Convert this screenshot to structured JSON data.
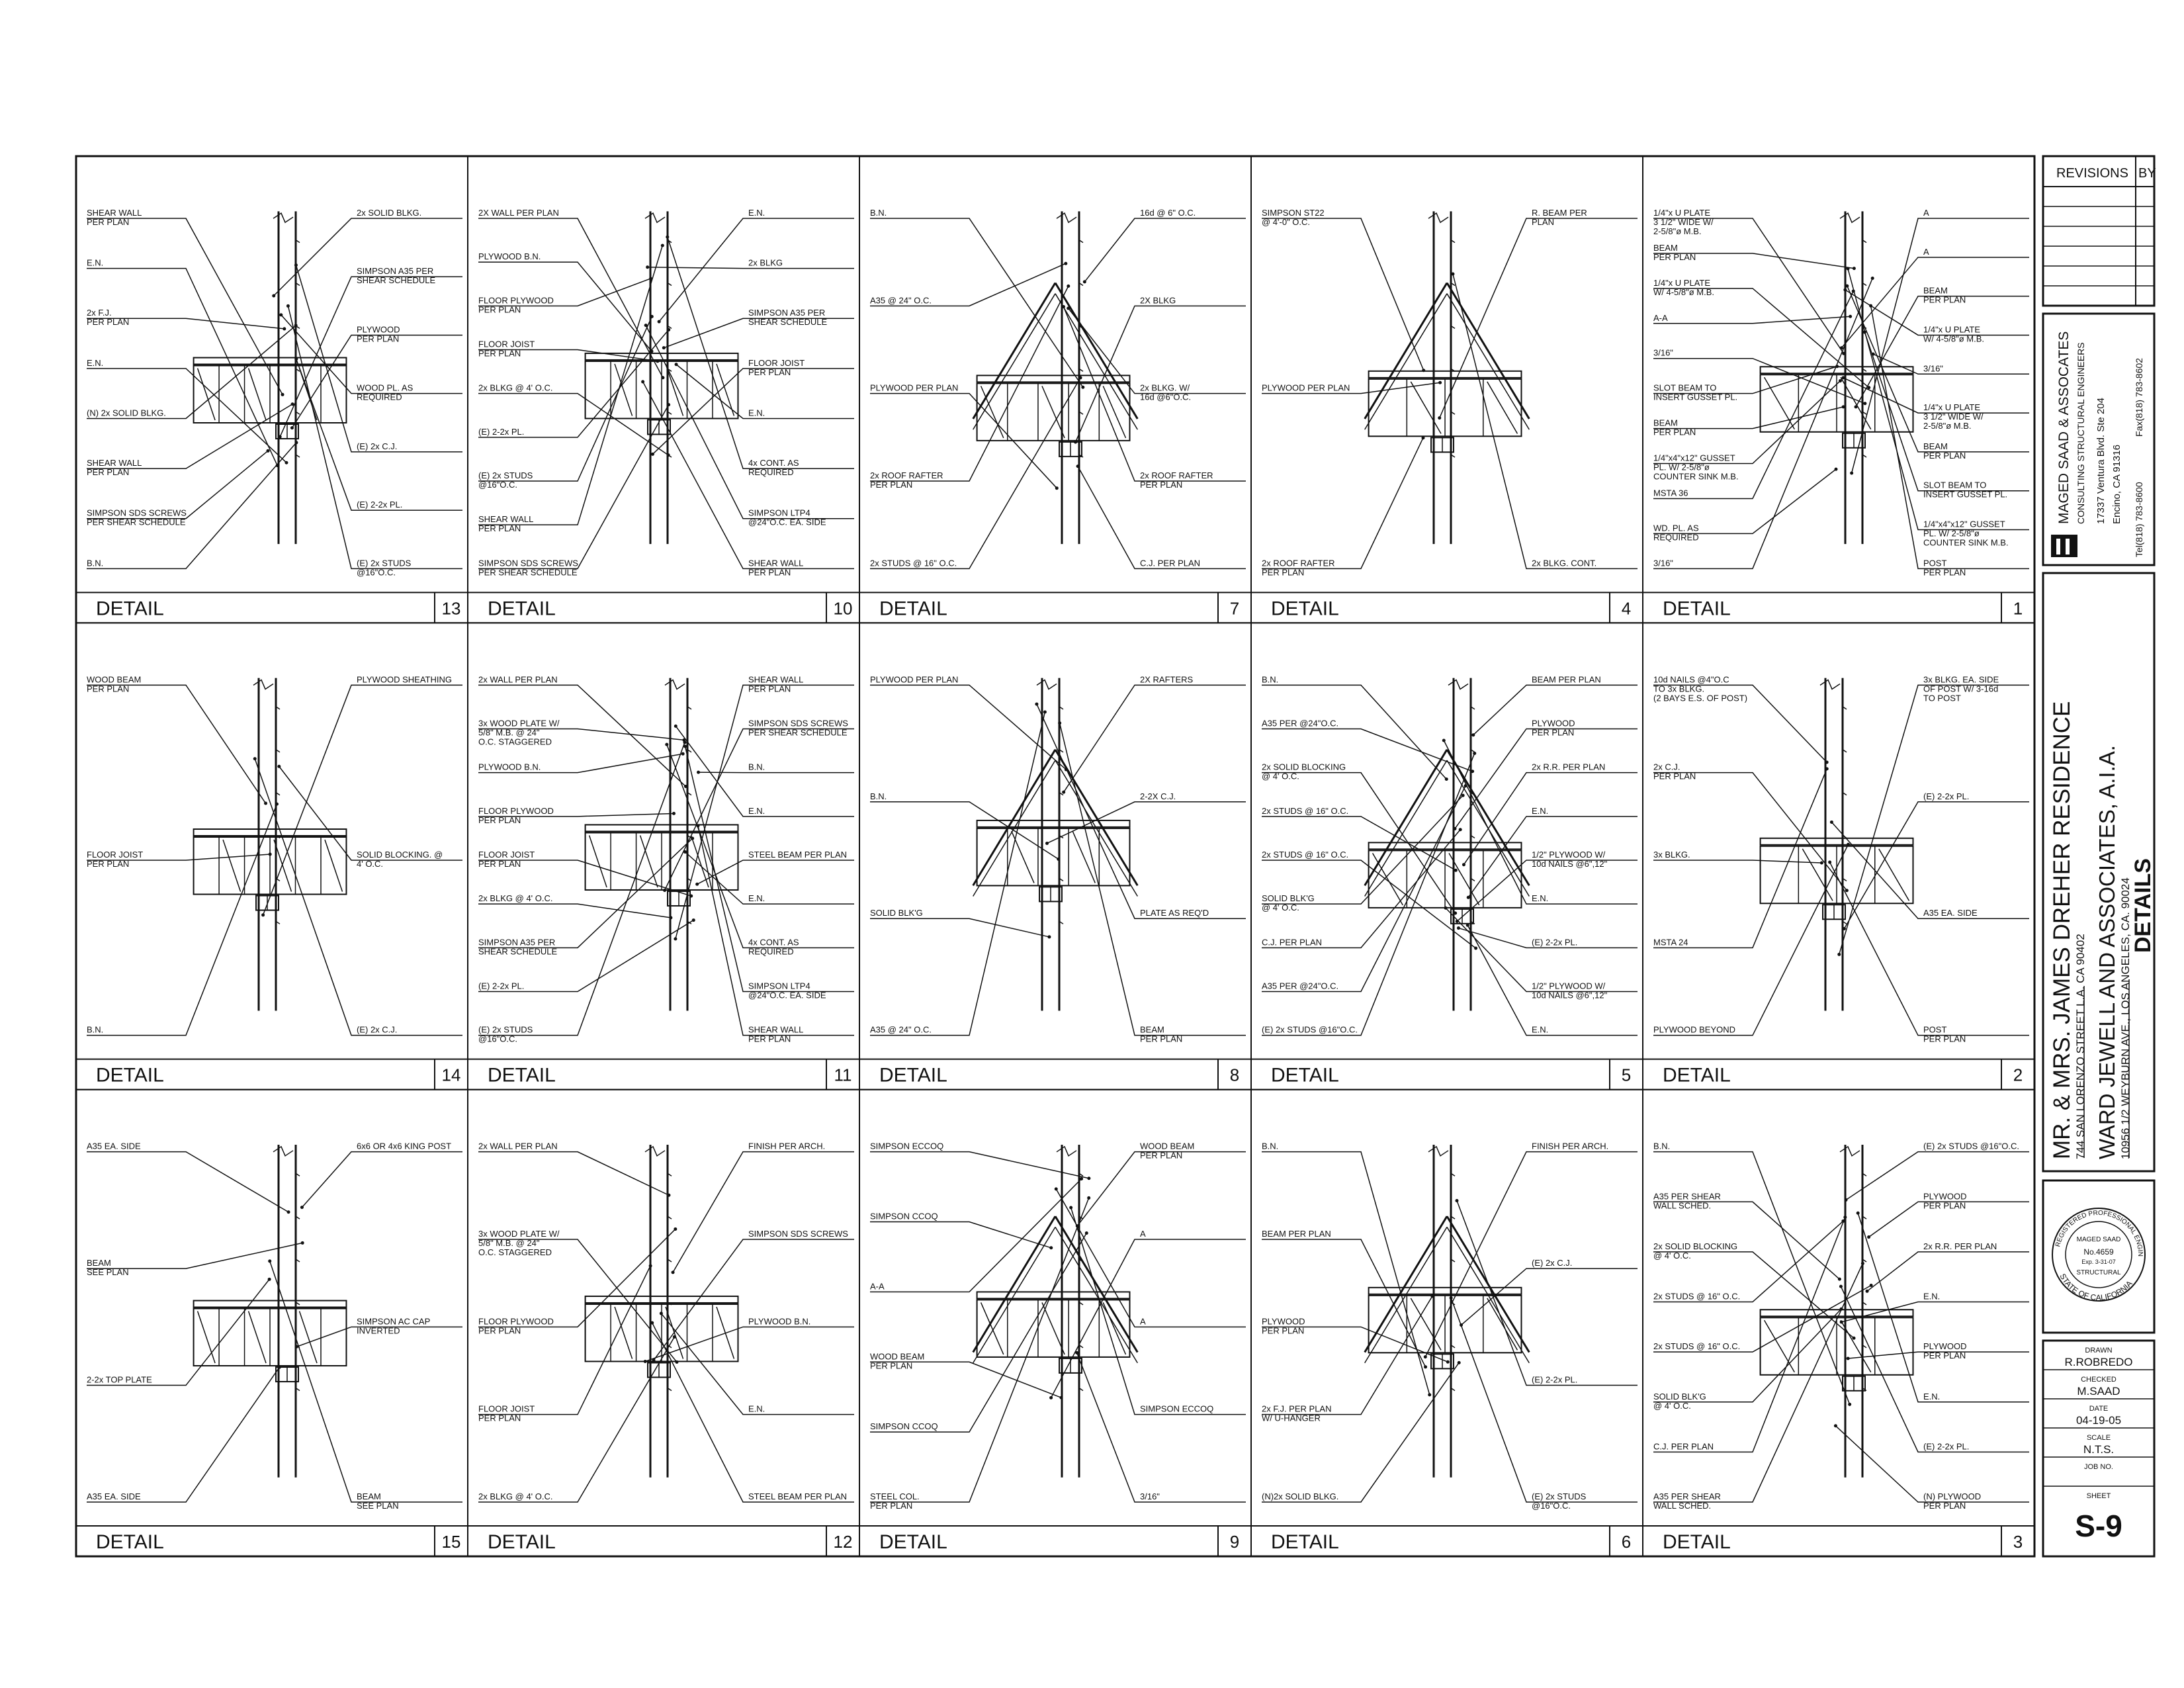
{
  "cells": [
    {
      "caption": "DETAIL",
      "number": "13",
      "notes": [
        "SHEAR WALL\nPER PLAN",
        "E.N.",
        "2x F.J.\nPER PLAN",
        "E.N.",
        "(N) 2x SOLID BLKG.",
        "SHEAR WALL\nPER PLAN",
        "SIMPSON SDS SCREWS\nPER SHEAR SCHEDULE",
        "B.N.",
        "2x SOLID BLKG.",
        "SIMPSON A35 PER\nSHEAR SCHEDULE",
        "PLYWOOD\nPER PLAN",
        "WOOD PL. AS\nREQUIRED",
        "(E) 2x C.J.",
        "(E) 2-2x PL.",
        "(E) 2x STUDS\n@16\"O.C."
      ]
    },
    {
      "caption": "DETAIL",
      "number": "10",
      "notes": [
        "2X WALL PER PLAN",
        "PLYWOOD B.N.",
        "FLOOR PLYWOOD\nPER PLAN",
        "FLOOR JOIST\nPER PLAN",
        "2x BLKG @ 4' O.C.",
        "(E) 2-2x PL.",
        "(E) 2x STUDS\n@16\"O.C.",
        "SHEAR WALL\nPER PLAN",
        "SIMPSON SDS SCREWS\nPER SHEAR SCHEDULE",
        "E.N.",
        "2x BLKG",
        "SIMPSON A35 PER\nSHEAR SCHEDULE",
        "FLOOR JOIST\nPER PLAN",
        "E.N.",
        "4x CONT. AS\nREQUIRED",
        "SIMPSON LTP4\n@24\"O.C. EA. SIDE",
        "SHEAR WALL\nPER PLAN"
      ]
    },
    {
      "caption": "DETAIL",
      "number": "7",
      "notes": [
        "B.N.",
        "A35 @ 24\" O.C.",
        "PLYWOOD PER PLAN",
        "2x ROOF RAFTER\nPER PLAN",
        "2x STUDS @ 16\" O.C.",
        "16d @ 6\" O.C.",
        "2X BLKG",
        "2x BLKG. W/\n16d @6\"O.C.",
        "2x ROOF RAFTER\nPER PLAN",
        "C.J. PER PLAN"
      ]
    },
    {
      "caption": "DETAIL",
      "number": "4",
      "notes": [
        "SIMPSON ST22\n@ 4'-0\" O.C.",
        "PLYWOOD PER PLAN",
        "2x ROOF RAFTER\nPER PLAN",
        "R. BEAM PER\nPLAN",
        "2x BLKG. CONT."
      ]
    },
    {
      "caption": "DETAIL",
      "number": "1",
      "notes": [
        "1/4\"x U PLATE\n3 1/2\" WIDE W/\n2-5/8\"ø M.B.",
        "BEAM\nPER PLAN",
        "1/4\"x U PLATE\nW/ 4-5/8\"ø M.B.",
        "A-A",
        "3/16\"",
        "SLOT BEAM TO\nINSERT GUSSET PL.",
        "BEAM\nPER PLAN",
        "1/4\"x4\"x12\" GUSSET\nPL. W/ 2-5/8\"ø\nCOUNTER SINK M.B.",
        "MSTA 36",
        "WD. PL. AS\nREQUIRED",
        "3/16\"",
        "A",
        "A",
        "BEAM\nPER PLAN",
        "1/4\"x U PLATE\nW/ 4-5/8\"ø M.B.",
        "3/16\"",
        "1/4\"x U PLATE\n3 1/2\" WIDE W/\n2-5/8\"ø M.B.",
        "BEAM\nPER PLAN",
        "SLOT BEAM TO\nINSERT GUSSET PL.",
        "1/4\"x4\"x12\" GUSSET\nPL. W/ 2-5/8\"ø\nCOUNTER SINK M.B.",
        "POST\nPER PLAN"
      ]
    },
    {
      "caption": "DETAIL",
      "number": "14",
      "notes": [
        "WOOD BEAM\nPER PLAN",
        "FLOOR JOIST\nPER PLAN",
        "B.N.",
        "PLYWOOD SHEATHING",
        "SOLID BLOCKING. @\n4' O.C.",
        "(E) 2x C.J."
      ]
    },
    {
      "caption": "DETAIL",
      "number": "11",
      "notes": [
        "2x WALL PER PLAN",
        "3x WOOD PLATE W/\n5/8\" M.B. @ 24\"\nO.C. STAGGERED",
        "PLYWOOD B.N.",
        "FLOOR PLYWOOD\nPER PLAN",
        "FLOOR JOIST\nPER PLAN",
        "2x BLKG @ 4' O.C.",
        "SIMPSON A35 PER\nSHEAR SCHEDULE",
        "(E) 2-2x PL.",
        "(E) 2x STUDS\n@16\"O.C.",
        "SHEAR WALL\nPER PLAN",
        "SIMPSON SDS SCREWS\nPER SHEAR SCHEDULE",
        "B.N.",
        "E.N.",
        "STEEL BEAM PER PLAN",
        "E.N.",
        "4x CONT. AS\nREQUIRED",
        "SIMPSON LTP4\n@24\"O.C. EA. SIDE",
        "SHEAR WALL\nPER PLAN"
      ]
    },
    {
      "caption": "DETAIL",
      "number": "8",
      "notes": [
        "PLYWOOD PER PLAN",
        "B.N.",
        "SOLID BLK'G",
        "A35 @ 24\" O.C.",
        "2X RAFTERS",
        "2-2X C.J.",
        "PLATE AS REQ'D",
        "BEAM\nPER PLAN"
      ]
    },
    {
      "caption": "DETAIL",
      "number": "5",
      "notes": [
        "B.N.",
        "A35 PER @24\"O.C.",
        "2x SOLID BLOCKING\n@ 4' O.C.",
        "2x STUDS @ 16\" O.C.",
        "2x STUDS @ 16\" O.C.",
        "SOLID BLK'G\n@ 4' O.C.",
        "C.J. PER PLAN",
        "A35 PER @24\"O.C.",
        "(E) 2x STUDS @16\"O.C.",
        "BEAM PER PLAN",
        "PLYWOOD\nPER PLAN",
        "2x R.R. PER PLAN",
        "E.N.",
        "1/2\" PLYWOOD W/\n10d NAILS @6\",12\"",
        "E.N.",
        "(E) 2-2x PL.",
        "1/2\" PLYWOOD W/\n10d NAILS @6\",12\"",
        "E.N."
      ]
    },
    {
      "caption": "DETAIL",
      "number": "2",
      "notes": [
        "10d NAILS @4\"O.C\nTO 3x BLKG.\n(2 BAYS E.S. OF POST)",
        "2x C.J.\nPER PLAN",
        "3x BLKG.",
        "MSTA 24",
        "PLYWOOD BEYOND",
        "3x BLKG. EA. SIDE\nOF POST W/ 3-16d\nTO POST",
        "(E) 2-2x PL.",
        "A35 EA. SIDE",
        "POST\nPER PLAN"
      ]
    },
    {
      "caption": "DETAIL",
      "number": "15",
      "notes": [
        "A35 EA. SIDE",
        "BEAM\nSEE PLAN",
        "2-2x TOP PLATE",
        "A35 EA. SIDE",
        "6x6 OR 4x6 KING POST",
        "SIMPSON AC CAP\nINVERTED",
        "BEAM\nSEE PLAN"
      ]
    },
    {
      "caption": "DETAIL",
      "number": "12",
      "notes": [
        "2x WALL PER PLAN",
        "3x WOOD PLATE W/\n5/8\" M.B. @ 24\"\nO.C. STAGGERED",
        "FLOOR PLYWOOD\nPER PLAN",
        "FLOOR JOIST\nPER PLAN",
        "2x BLKG @ 4' O.C.",
        "FINISH PER ARCH.",
        "SIMPSON SDS SCREWS",
        "PLYWOOD B.N.",
        "E.N.",
        "STEEL BEAM PER PLAN"
      ]
    },
    {
      "caption": "DETAIL",
      "number": "9",
      "notes": [
        "SIMPSON ECCOQ",
        "SIMPSON CCOQ",
        "A-A",
        "WOOD BEAM\nPER PLAN",
        "SIMPSON CCOQ",
        "STEEL COL.\nPER PLAN",
        "WOOD BEAM\nPER PLAN",
        "A",
        "A",
        "SIMPSON ECCOQ",
        "3/16\""
      ]
    },
    {
      "caption": "DETAIL",
      "number": "6",
      "notes": [
        "B.N.",
        "BEAM PER PLAN",
        "PLYWOOD\nPER PLAN",
        "2x F.J. PER PLAN\nW/ U-HANGER",
        "(N)2x SOLID BLKG.",
        "FINISH PER ARCH.",
        "(E) 2x C.J.",
        "(E) 2-2x PL.",
        "(E) 2x STUDS\n@16\"O.C."
      ]
    },
    {
      "caption": "DETAIL",
      "number": "3",
      "notes": [
        "B.N.",
        "A35 PER SHEAR\nWALL SCHED.",
        "2x SOLID BLOCKING\n@ 4' O.C.",
        "2x STUDS @ 16\" O.C.",
        "2x STUDS @ 16\" O.C.",
        "SOLID BLK'G\n@ 4' O.C.",
        "C.J. PER PLAN",
        "A35 PER SHEAR\nWALL SCHED.",
        "(E) 2x STUDS @16\"O.C.",
        "PLYWOOD\nPER PLAN",
        "2x R.R. PER PLAN",
        "E.N.",
        "PLYWOOD\nPER PLAN",
        "E.N.",
        "(E) 2-2x PL.",
        "(N) PLYWOOD\nPER PLAN"
      ]
    }
  ],
  "title_block": {
    "revisions_label": "REVISIONS",
    "by_label": "BY",
    "engineer_name": "MAGED SAAD & ASSOCATES",
    "engineer_sub": "CONSULTING STRUCTURAL ENGINEERS",
    "engineer_address1": "17337 Ventura Blvd. Ste 204",
    "engineer_address2": "Encino, CA 91316",
    "engineer_tel": "Tel(818) 783-8600",
    "engineer_fax": "Fax(818) 783-8602",
    "project_name": "MR. & MRS. JAMES DREHER  RESIDENCE",
    "project_address": "744 SAN LORENZO STREET L.A. CA 90402",
    "architect_name": "WARD JEWELL AND ASSOCIATES, A.I.A.",
    "architect_address": "10956 1/2 WEYBURN AVE., LOS ANGELES, CA. 90024",
    "sheet_title": "DETAILS",
    "seal_top": "REGISTERED PROFESSIONAL ENGINEER",
    "seal_name": "MAGED SAAD",
    "seal_no": "No.4659",
    "seal_exp": "Exp. 3-31-07",
    "seal_type": "STRUCTURAL",
    "seal_bottom": "STATE OF CALIFORNIA",
    "drawn_label": "DRAWN",
    "drawn_value": "R.ROBREDO",
    "checked_label": "CHECKED",
    "checked_value": "M.SAAD",
    "date_label": "DATE",
    "date_value": "04-19-05",
    "scale_label": "SCALE",
    "scale_value": "N.T.S.",
    "job_label": "JOB NO.",
    "job_value": "",
    "sheet_label": "SHEET",
    "sheet_value": "S-9"
  }
}
